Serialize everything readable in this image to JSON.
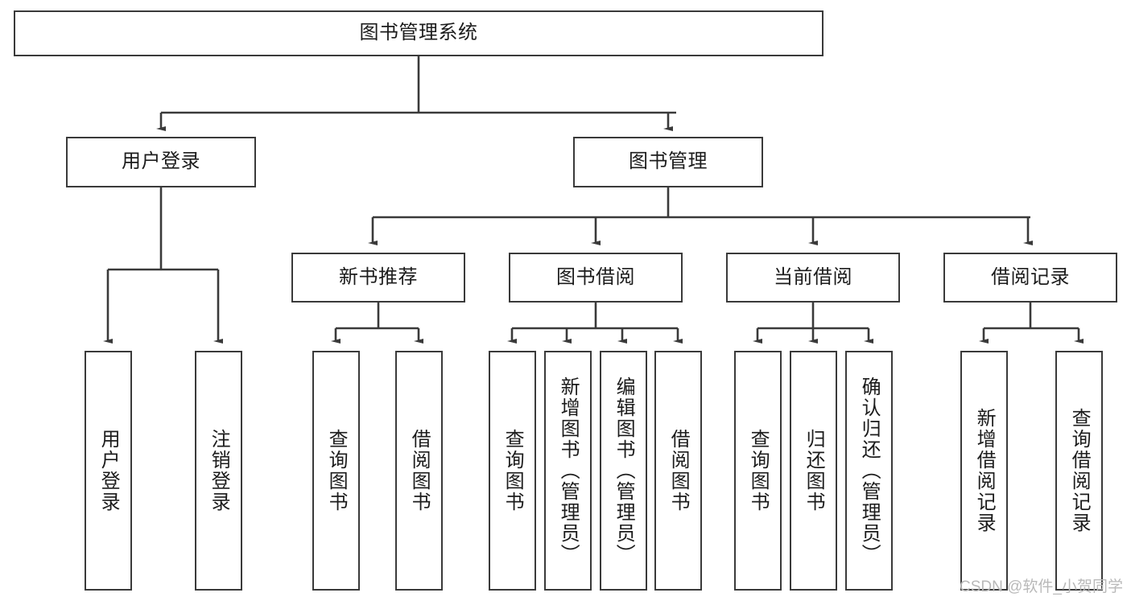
{
  "diagram": {
    "type": "tree-hierarchy",
    "title": "图书管理系统",
    "levels": {
      "root": {
        "label": "图书管理系统"
      },
      "level2": [
        {
          "id": "user-login",
          "label": "用户登录"
        },
        {
          "id": "book-management",
          "label": "图书管理"
        }
      ],
      "level3": [
        {
          "id": "new-book-recommend",
          "label": "新书推荐",
          "parent": "book-management"
        },
        {
          "id": "book-borrow",
          "label": "图书借阅",
          "parent": "book-management"
        },
        {
          "id": "current-borrow",
          "label": "当前借阅",
          "parent": "book-management"
        },
        {
          "id": "borrow-record",
          "label": "借阅记录",
          "parent": "book-management"
        }
      ],
      "leaves": [
        {
          "id": "leaf-user-login",
          "label": "用户登录",
          "parent": "user-login"
        },
        {
          "id": "leaf-logout-login",
          "label": "注销登录",
          "parent": "user-login"
        },
        {
          "id": "leaf-query-book-1",
          "label": "查询图书",
          "parent": "new-book-recommend"
        },
        {
          "id": "leaf-borrow-book-1",
          "label": "借阅图书",
          "parent": "new-book-recommend"
        },
        {
          "id": "leaf-query-book-2",
          "label": "查询图书",
          "parent": "book-borrow"
        },
        {
          "id": "leaf-add-book",
          "label": "新增图书（管理员）",
          "parent": "book-borrow"
        },
        {
          "id": "leaf-edit-book",
          "label": "编辑图书（管理员）",
          "parent": "book-borrow"
        },
        {
          "id": "leaf-borrow-book-2",
          "label": "借阅图书",
          "parent": "book-borrow"
        },
        {
          "id": "leaf-query-book-3",
          "label": "查询图书",
          "parent": "current-borrow"
        },
        {
          "id": "leaf-return-book",
          "label": "归还图书",
          "parent": "current-borrow"
        },
        {
          "id": "leaf-confirm-return",
          "label": "确认归还（管理员）",
          "parent": "current-borrow"
        },
        {
          "id": "leaf-add-record",
          "label": "新增借阅记录",
          "parent": "borrow-record"
        },
        {
          "id": "leaf-query-record",
          "label": "查询借阅记录",
          "parent": "borrow-record"
        }
      ]
    },
    "colors": {
      "stroke": "#3a3a3a",
      "background": "#ffffff",
      "text": "#1c1c1c",
      "watermark": "#b9b9b9"
    }
  },
  "watermark": {
    "text": "CSDN @软件_小贺同学"
  }
}
